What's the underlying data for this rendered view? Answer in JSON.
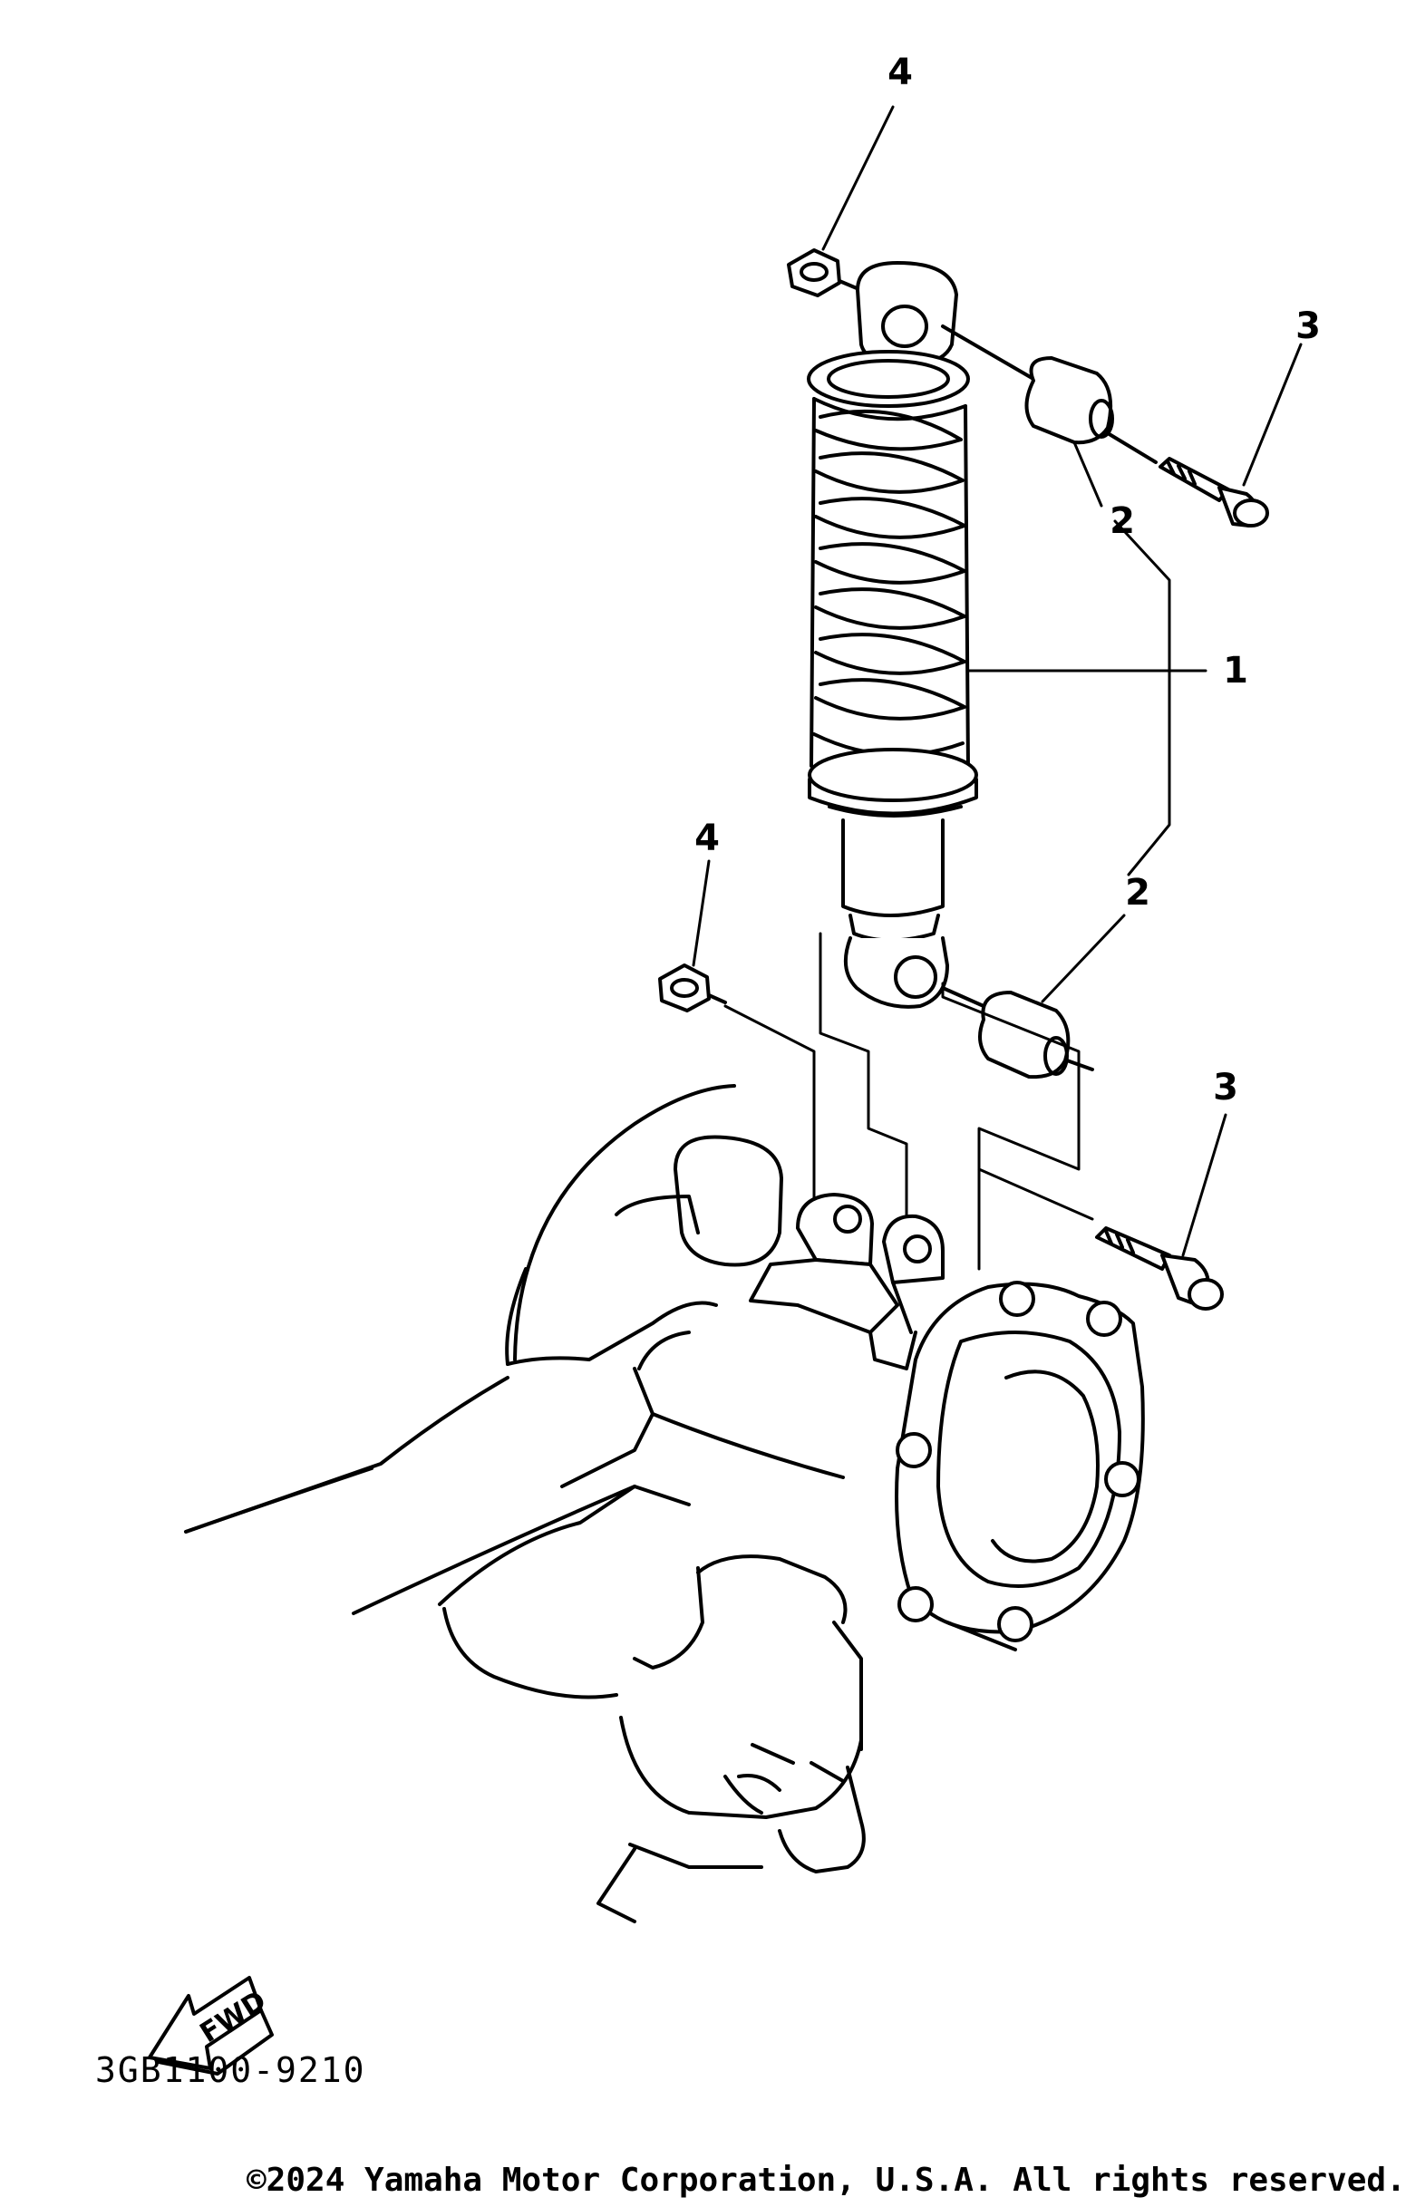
{
  "callouts": [
    {
      "id": "shock-absorber",
      "label": "1"
    },
    {
      "id": "bushing-upper",
      "label": "2"
    },
    {
      "id": "bushing-lower",
      "label": "2"
    },
    {
      "id": "bolt-upper",
      "label": "3"
    },
    {
      "id": "bolt-lower",
      "label": "3"
    },
    {
      "id": "nut-upper",
      "label": "4"
    },
    {
      "id": "nut-lower",
      "label": "4"
    }
  ],
  "drawing_number": "3GB1100-9210",
  "direction_marker": "FWD",
  "copyright": "©2024 Yamaha Motor Corporation, U.S.A. All rights reserved."
}
